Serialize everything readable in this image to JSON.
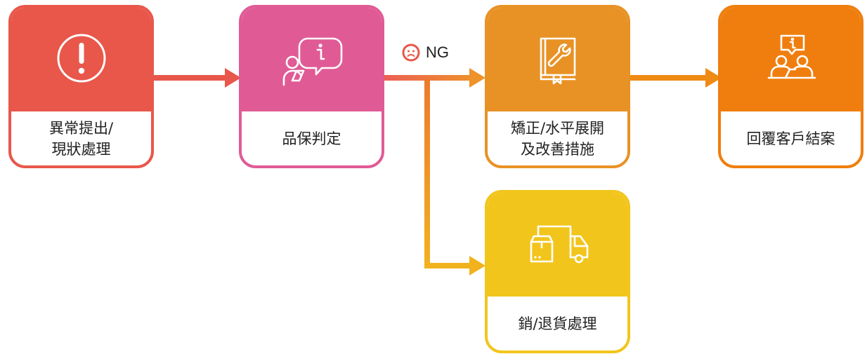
{
  "steps": [
    {
      "line1": "異常提出/",
      "line2": "現狀處理",
      "icon": "exclamation-circle-icon",
      "color": "#E8574A"
    },
    {
      "line1": "品保判定",
      "line2": "",
      "icon": "person-info-speech-icon",
      "color": "#E05B95"
    },
    {
      "line1": "矯正/水平展開",
      "line2": "及改善措施",
      "icon": "wrench-book-icon",
      "color": "#E89225"
    },
    {
      "line1": "回覆客戶結案",
      "line2": "",
      "icon": "meeting-info-icon",
      "color": "#EF7E0E"
    },
    {
      "line1": "銷/退貨處理",
      "line2": "",
      "icon": "delivery-truck-icon",
      "color": "#F2C51D"
    }
  ],
  "branch": {
    "label": "NG",
    "icon": "sad-face-icon"
  },
  "colors": {
    "arrow_red": "#E8574A",
    "arrow_orange": "#ED8A25",
    "arrow_yellow": "#F0B71C"
  }
}
